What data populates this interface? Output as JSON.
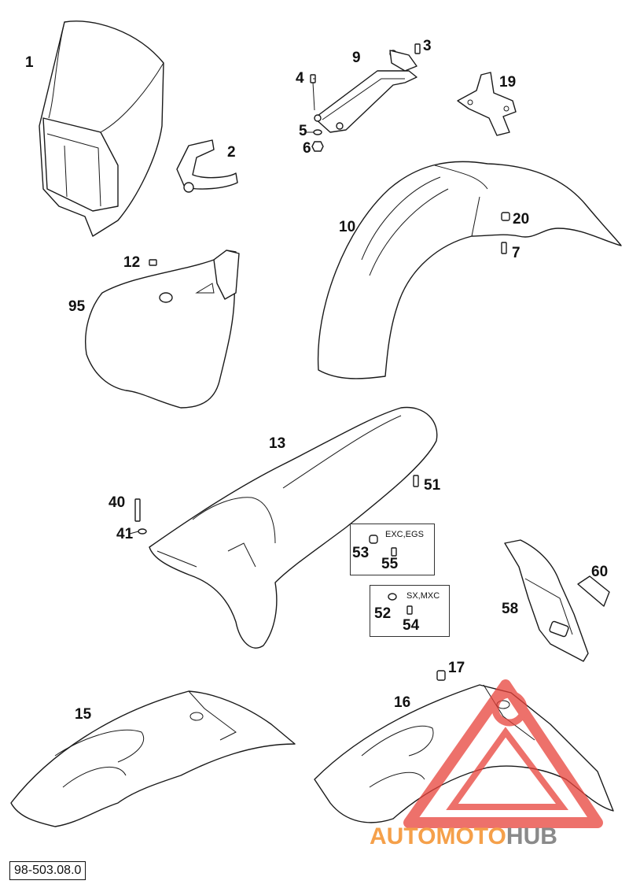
{
  "callouts": {
    "c1": "1",
    "c2": "2",
    "c3": "3",
    "c4": "4",
    "c5": "5",
    "c6": "6",
    "c7": "7",
    "c9": "9",
    "c10": "10",
    "c12": "12",
    "c13": "13",
    "c15": "15",
    "c16": "16",
    "c17": "17",
    "c19": "19",
    "c20": "20",
    "c40": "40",
    "c41": "41",
    "c51": "51",
    "c52": "52",
    "c53": "53",
    "c54": "54",
    "c55": "55",
    "c58": "58",
    "c60": "60",
    "c95": "95"
  },
  "variant_boxes": {
    "box1_label": "EXC,EGS",
    "box2_label": "SX,MXC"
  },
  "document_number": "98-503.08.0",
  "watermark": {
    "part_a": "AUTOMOTO",
    "part_b": "HUB",
    "color_a": "#f5a04a",
    "color_b": "#8a8a8a",
    "logo_color": "#e8423a"
  }
}
